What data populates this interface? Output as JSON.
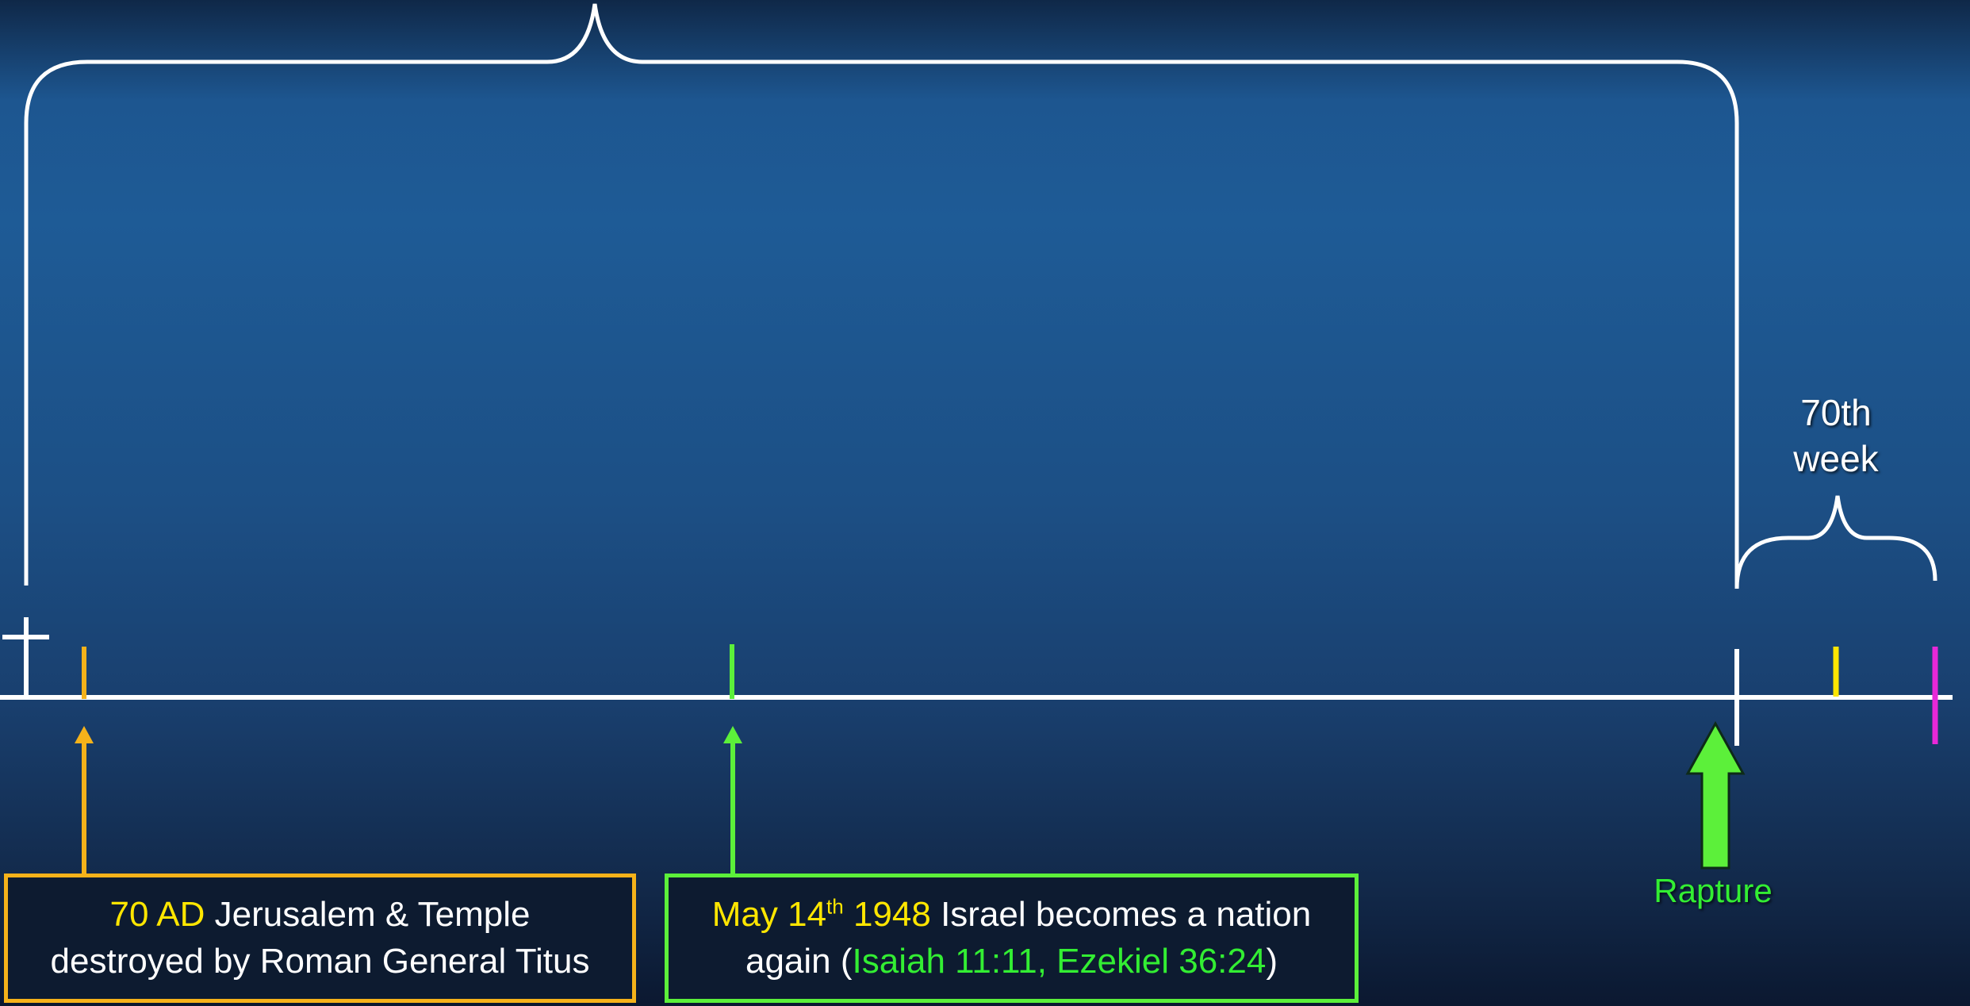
{
  "colors": {
    "line": "#ffffff",
    "orange": "#f5b21a",
    "green": "#5cf03a",
    "yellow": "#ffe600",
    "magenta": "#e828d8",
    "label_green": "#33ee33",
    "label_yellow": "#ffe600"
  },
  "week_label": {
    "line1": "70th",
    "line2": "week"
  },
  "rapture": {
    "label": "Rapture"
  },
  "events": {
    "temple": {
      "date": "70 AD",
      "text_line1": " Jerusalem & Temple",
      "text_line2": "destroyed by Roman General Titus"
    },
    "israel": {
      "date_month": "May 14",
      "date_sup": "th",
      "date_year": " 1948",
      "text_line1": " Israel becomes a nation",
      "text_line2_pre": "again (",
      "refs": "Isaiah 11:11, Ezekiel 36:24",
      "text_line2_post": ")"
    }
  },
  "icons": {
    "cross": "cross-icon",
    "rapture_arrow": "up-arrow-icon"
  }
}
